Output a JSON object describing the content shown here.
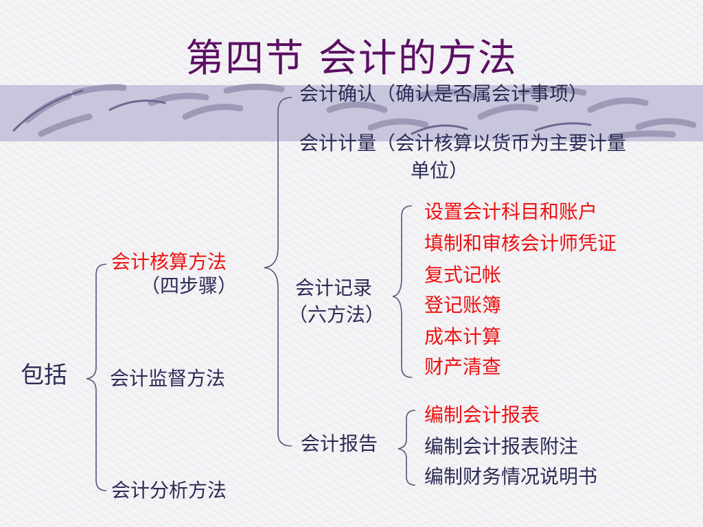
{
  "title": "第四节   会计的方法",
  "root": "包括",
  "methods": [
    "会计核算方法",
    "（四步骤）",
    "会计监督方法",
    "会计分析方法"
  ],
  "accounting_steps": {
    "recognition": "会计确认（确认是否属会计事项）",
    "measurement_line1": "会计计量（会计核算以货币为主要计量",
    "measurement_line2": "单位）",
    "recording": "会计记录",
    "recording_sub": "（六方法）",
    "reporting": "会计报告"
  },
  "six_methods": [
    "设置会计科目和账户",
    "填制和审核会计师凭证",
    "复式记帐",
    "登记账簿",
    "成本计算",
    "财产清查"
  ],
  "report_items": [
    "编制会计报表",
    "编制会计报表附注",
    "编制财务情况说明书"
  ],
  "colors": {
    "title": "#5b0f63",
    "text": "#2b2b55",
    "highlight": "#ee1111",
    "band": "#c8c6dc"
  }
}
